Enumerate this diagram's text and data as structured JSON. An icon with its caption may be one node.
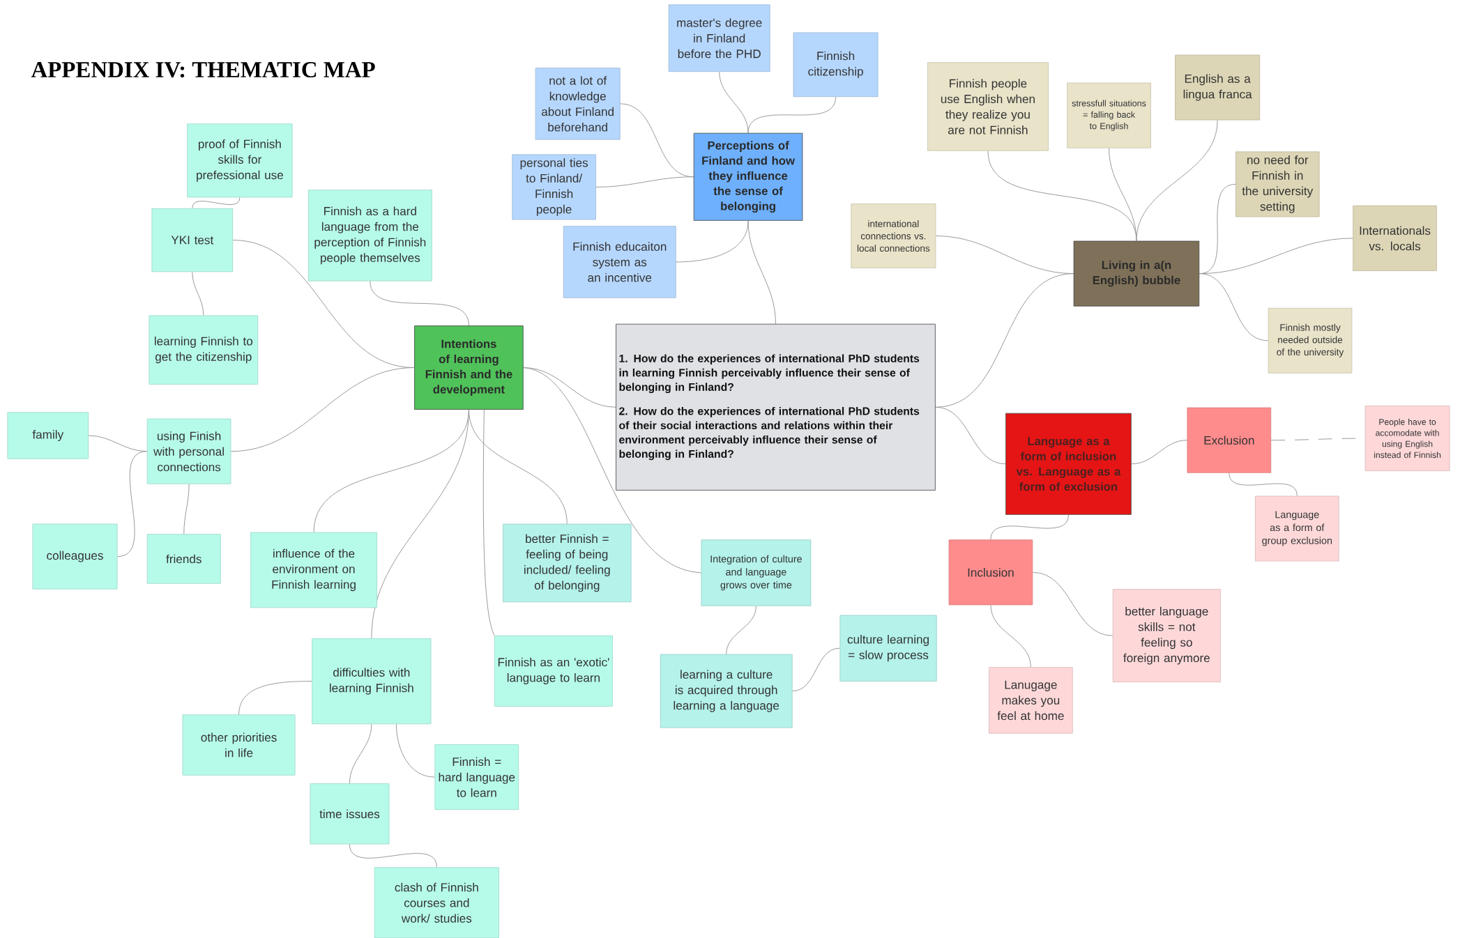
{
  "diagram": {
    "title": "APPENDIX IV: THEMATIC MAP",
    "nodes": [
      {
        "text": [
          "1. How do the experiences of international PhD students in learning Finnish perceivably influence their sense of belonging in Finland?",
          "2. How do the experiences of international PhD students of their social interactions and relations within their environment perceivably influence their sense of belonging in Finland?"
        ]
      },
      {
        "text": [
          "Intentions of learning Finnish and the development"
        ]
      },
      {
        "text": [
          "proof of Finnish skills for prefessional use"
        ]
      },
      {
        "text": [
          "YKI test"
        ]
      },
      {
        "text": [
          "learning Finnish to get the citizenship"
        ]
      },
      {
        "text": [
          "Finnish as a hard language from the perception of Finnish people themselves"
        ]
      },
      {
        "text": [
          "using Finish with personal connections"
        ]
      },
      {
        "text": [
          "family"
        ]
      },
      {
        "text": [
          "colleagues"
        ]
      },
      {
        "text": [
          "friends"
        ]
      },
      {
        "text": [
          "influence of the environment on Finnish learning"
        ]
      },
      {
        "text": [
          "difficulties with learning Finnish"
        ]
      },
      {
        "text": [
          "other priorities in life"
        ]
      },
      {
        "text": [
          "time issues"
        ]
      },
      {
        "text": [
          "Finnish = hard language to learn"
        ]
      },
      {
        "text": [
          "clash of Finnish courses and work/ studies"
        ]
      },
      {
        "text": [
          "Finnish as an 'exotic' language to learn"
        ]
      },
      {
        "text": [
          "better Finnish = feeling of being included/ feeling of belonging"
        ]
      },
      {
        "text": [
          "Integration of culture and language grows over time"
        ]
      },
      {
        "text": [
          "learning a culture is acquired through learning a language"
        ]
      },
      {
        "text": [
          "culture learning = slow process"
        ]
      },
      {
        "text": [
          "Perceptions of Finland and how they influence the sense of belonging"
        ]
      },
      {
        "text": [
          "master's degree in Finland before the PHD"
        ]
      },
      {
        "text": [
          "Finnish citizenship"
        ]
      },
      {
        "text": [
          "not a lot of knowledge about Finland beforehand"
        ]
      },
      {
        "text": [
          "personal ties to Finland/ Finnish people"
        ]
      },
      {
        "text": [
          "Finnish educaiton system as an incentive"
        ]
      },
      {
        "text": [
          "Living in a(n English) bubble"
        ]
      },
      {
        "text": [
          "Finnish people use English when they realize you are not Finnish"
        ]
      },
      {
        "text": [
          "stressfull situations = falling back to English"
        ]
      },
      {
        "text": [
          "English as a lingua franca"
        ]
      },
      {
        "text": [
          "no need for Finnish in the university setting"
        ]
      },
      {
        "text": [
          "Internationals vs. locals"
        ]
      },
      {
        "text": [
          "Finnish mostly needed outside of the university"
        ]
      },
      {
        "text": [
          "international connections vs. local connections"
        ]
      },
      {
        "text": [
          "Language as a form of inclusion vs. Language as a form of exclusion"
        ]
      },
      {
        "text": [
          "Exclusion"
        ]
      },
      {
        "text": [
          "People have to accomodate with using English instead of Finnish"
        ]
      },
      {
        "text": [
          "Language as a form of group exclusion"
        ]
      },
      {
        "text": [
          "Inclusion"
        ]
      },
      {
        "text": [
          "better language skills = not feeling so foreign anymore"
        ]
      },
      {
        "text": [
          "Lanugage makes you feel at home"
        ]
      }
    ],
    "edges": [
      {
        "from": 1,
        "to": 0,
        "arrow": "none"
      },
      {
        "from": 1,
        "to": 3,
        "arrow": "none"
      },
      {
        "from": 1,
        "to": 5,
        "arrow": "none"
      },
      {
        "from": 1,
        "to": 6,
        "arrow": "none"
      },
      {
        "from": 1,
        "to": 10,
        "arrow": "none"
      },
      {
        "from": 1,
        "to": 11,
        "arrow": "none"
      },
      {
        "from": 1,
        "to": 16,
        "arrow": "none"
      },
      {
        "from": 1,
        "to": 17,
        "arrow": "none"
      },
      {
        "from": 1,
        "to": 18,
        "arrow": "none"
      },
      {
        "from": 3,
        "to": 2,
        "arrow": "none"
      },
      {
        "from": 3,
        "to": 4,
        "arrow": "none"
      },
      {
        "from": 6,
        "to": 7,
        "arrow": "none"
      },
      {
        "from": 6,
        "to": 8,
        "arrow": "none"
      },
      {
        "from": 6,
        "to": 9,
        "arrow": "none"
      },
      {
        "from": 11,
        "to": 12,
        "arrow": "none"
      },
      {
        "from": 11,
        "to": 13,
        "arrow": "none"
      },
      {
        "from": 11,
        "to": 14,
        "arrow": "none"
      },
      {
        "from": 13,
        "to": 15,
        "arrow": "none"
      },
      {
        "from": 18,
        "to": 19,
        "arrow": "none"
      },
      {
        "from": 19,
        "to": 20,
        "arrow": "none"
      },
      {
        "from": 21,
        "to": 0,
        "arrow": "none"
      },
      {
        "from": 21,
        "to": 22,
        "arrow": "none"
      },
      {
        "from": 21,
        "to": 23,
        "arrow": "none"
      },
      {
        "from": 21,
        "to": 24,
        "arrow": "none"
      },
      {
        "from": 21,
        "to": 25,
        "arrow": "none"
      },
      {
        "from": 21,
        "to": 26,
        "arrow": "none"
      },
      {
        "from": 27,
        "to": 0,
        "arrow": "none"
      },
      {
        "from": 27,
        "to": 28,
        "arrow": "none"
      },
      {
        "from": 27,
        "to": 29,
        "arrow": "none"
      },
      {
        "from": 27,
        "to": 30,
        "arrow": "none"
      },
      {
        "from": 27,
        "to": 31,
        "arrow": "none"
      },
      {
        "from": 27,
        "to": 32,
        "arrow": "none"
      },
      {
        "from": 27,
        "to": 33,
        "arrow": "none"
      },
      {
        "from": 27,
        "to": 34,
        "arrow": "none"
      },
      {
        "from": 0,
        "to": 35,
        "arrow": "none"
      },
      {
        "from": 35,
        "to": 36,
        "arrow": "none"
      },
      {
        "from": 35,
        "to": 39,
        "arrow": "none"
      },
      {
        "from": 36,
        "to": 37,
        "arrow": "none",
        "style": "dashed"
      },
      {
        "from": 36,
        "to": 38,
        "arrow": "none"
      },
      {
        "from": 39,
        "to": 40,
        "arrow": "none"
      },
      {
        "from": 39,
        "to": 41,
        "arrow": "none"
      }
    ]
  }
}
